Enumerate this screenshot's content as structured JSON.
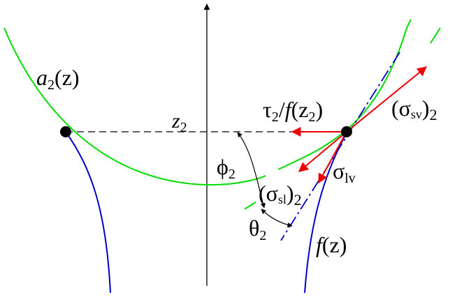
{
  "labels": {
    "a_fn": "a",
    "a_sub": "2",
    "a_arg": "(z)",
    "z_main": "z",
    "z_sub": "2",
    "tau_main": "τ",
    "tau_sub": "2",
    "tau_div": "/",
    "tau_f": "f",
    "tau_arg_open": "(z",
    "tau_arg_sub": "2",
    "tau_arg_close": ")",
    "sigma_sv_open": "(σ",
    "sigma_sv_sub": "sv",
    "sigma_sv_close": ")",
    "sigma_sv_outsub": "2",
    "sigma_lv_main": "σ",
    "sigma_lv_sub": "lv",
    "sigma_sl_open": "(σ",
    "sigma_sl_sub": "sl",
    "sigma_sl_close": ")",
    "sigma_sl_outsub": "2",
    "phi_main": "ϕ",
    "phi_sub": "2",
    "theta_main": "θ",
    "theta_sub": "2",
    "f_fn": "f",
    "f_arg": "(z)"
  },
  "colors": {
    "circle": "#00dd00",
    "profile": "#0000cc",
    "tangent": "#0000cc",
    "force": "#ee0000",
    "axis": "#000000"
  }
}
